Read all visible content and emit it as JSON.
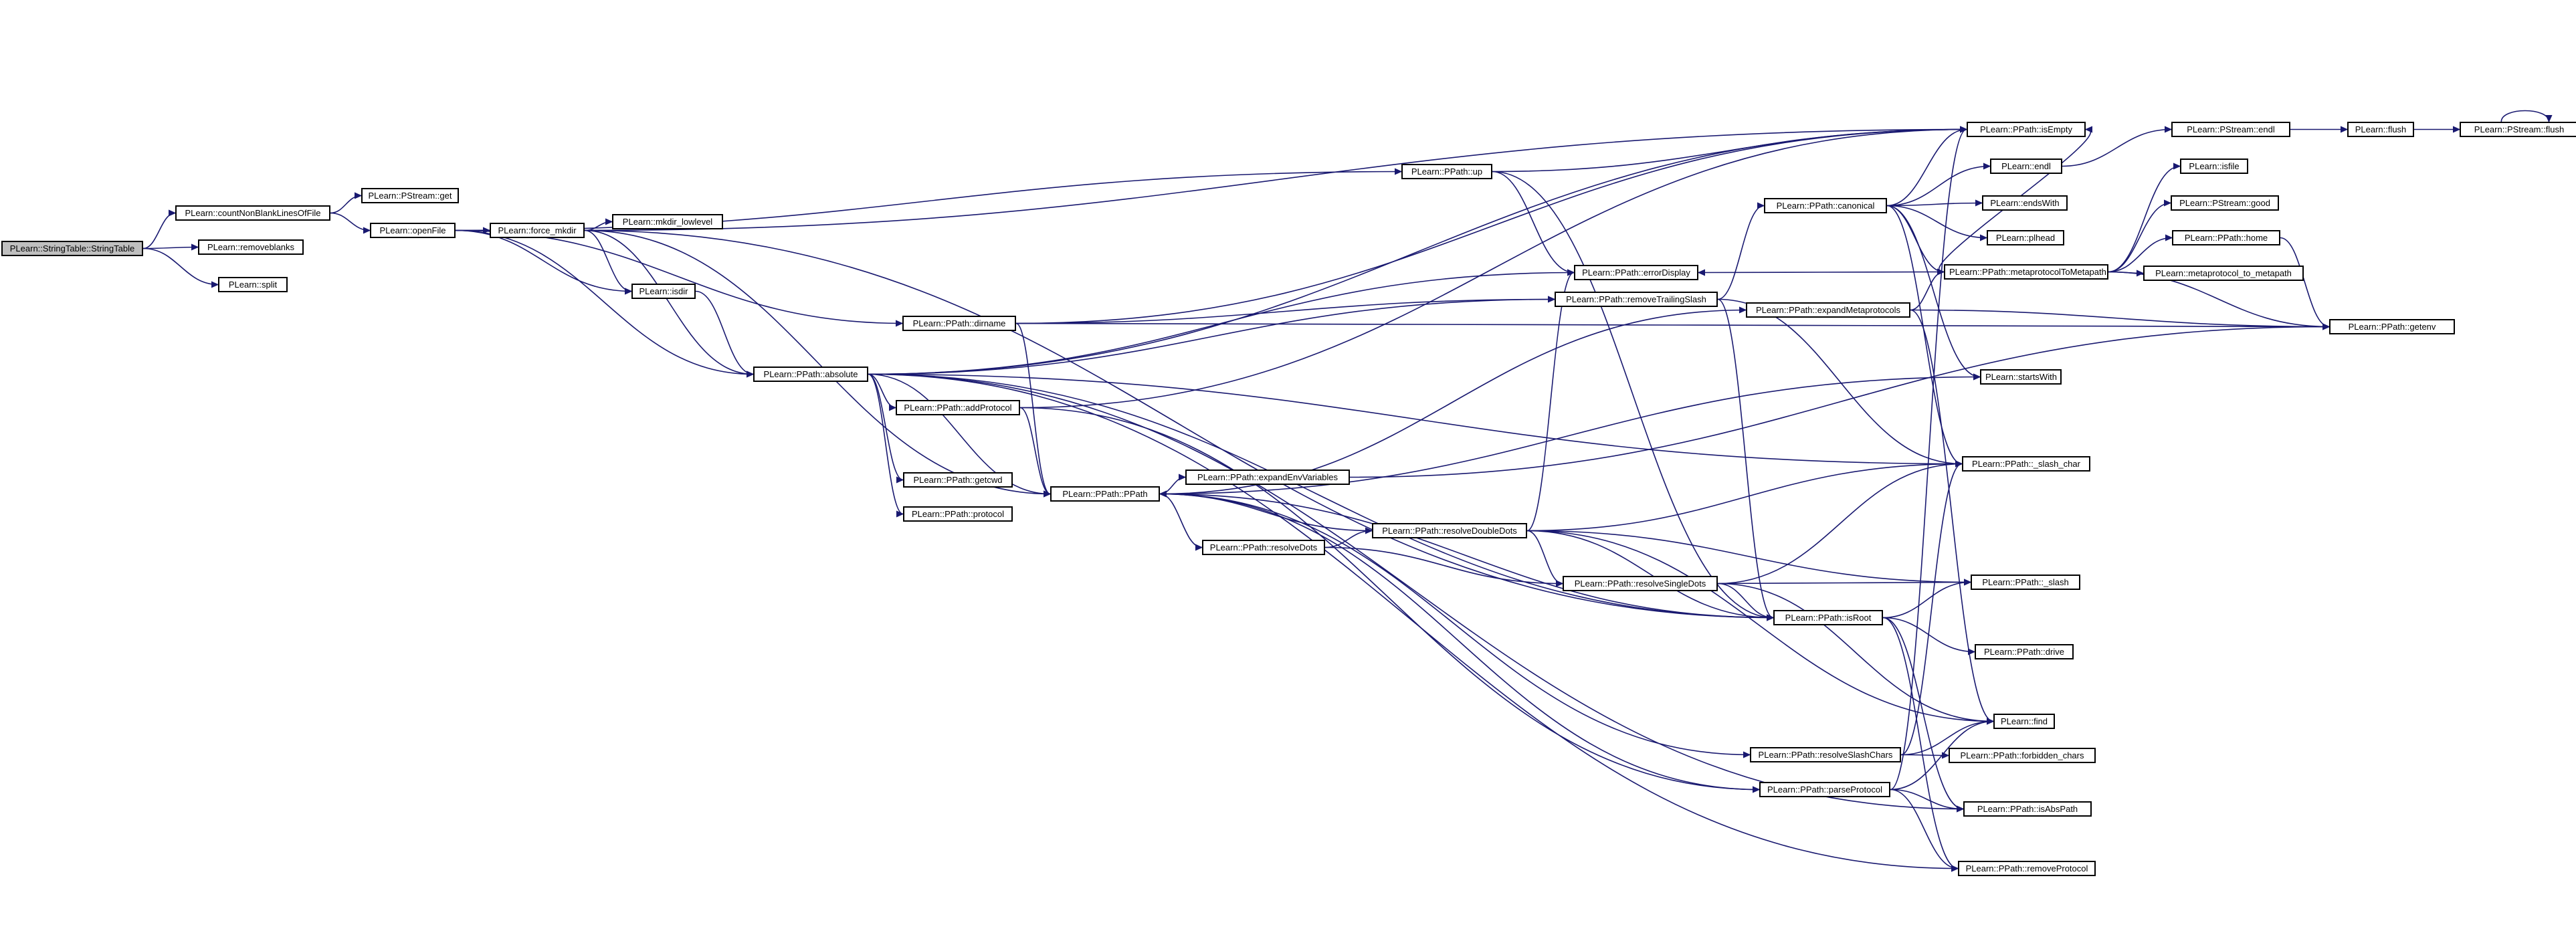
{
  "colors": {
    "edge": "#191970",
    "node_border": "#000000",
    "node_fill": "#ffffff",
    "root_fill": "#bfbfbf"
  },
  "nodes": [
    {
      "id": "stringtable",
      "label": "PLearn::StringTable::StringTable"
    },
    {
      "id": "countnonblank",
      "label": "PLearn::countNonBlankLinesOfFile"
    },
    {
      "id": "removeblanks",
      "label": "PLearn::removeblanks"
    },
    {
      "id": "split",
      "label": "PLearn::split"
    },
    {
      "id": "pstream_get",
      "label": "PLearn::PStream::get"
    },
    {
      "id": "openfile",
      "label": "PLearn::openFile"
    },
    {
      "id": "force_mkdir",
      "label": "PLearn::force_mkdir"
    },
    {
      "id": "mkdir_lowlevel",
      "label": "PLearn::mkdir_lowlevel"
    },
    {
      "id": "isdir",
      "label": "PLearn::isdir"
    },
    {
      "id": "absolute",
      "label": "PLearn::PPath::absolute"
    },
    {
      "id": "dirname",
      "label": "PLearn::PPath::dirname"
    },
    {
      "id": "addprotocol",
      "label": "PLearn::PPath::addProtocol"
    },
    {
      "id": "getcwd",
      "label": "PLearn::PPath::getcwd"
    },
    {
      "id": "protocol",
      "label": "PLearn::PPath::protocol"
    },
    {
      "id": "ppath",
      "label": "PLearn::PPath::PPath"
    },
    {
      "id": "up",
      "label": "PLearn::PPath::up"
    },
    {
      "id": "expandenv",
      "label": "PLearn::PPath::expandEnvVariables"
    },
    {
      "id": "resolvedots",
      "label": "PLearn::PPath::resolveDots"
    },
    {
      "id": "resolvedoubledots",
      "label": "PLearn::PPath::resolveDoubleDots"
    },
    {
      "id": "errordisplay",
      "label": "PLearn::PPath::errorDisplay"
    },
    {
      "id": "removetrailingslash",
      "label": "PLearn::PPath::removeTrailingSlash"
    },
    {
      "id": "resolvesingledots",
      "label": "PLearn::PPath::resolveSingleDots"
    },
    {
      "id": "canonical",
      "label": "PLearn::PPath::canonical"
    },
    {
      "id": "expandmetaprotocols",
      "label": "PLearn::PPath::expandMetaprotocols"
    },
    {
      "id": "isroot",
      "label": "PLearn::PPath::isRoot"
    },
    {
      "id": "resolveslashchars",
      "label": "PLearn::PPath::resolveSlashChars"
    },
    {
      "id": "parseprotocol",
      "label": "PLearn::PPath::parseProtocol"
    },
    {
      "id": "isempty",
      "label": "PLearn::PPath::isEmpty"
    },
    {
      "id": "endl",
      "label": "PLearn::endl"
    },
    {
      "id": "endswith",
      "label": "PLearn::endsWith"
    },
    {
      "id": "plhead",
      "label": "PLearn::plhead"
    },
    {
      "id": "metaprotocoltometapath",
      "label": "PLearn::PPath::metaprotocolToMetapath"
    },
    {
      "id": "startswith",
      "label": "PLearn::startsWith"
    },
    {
      "id": "slash_char",
      "label": "PLearn::PPath::_slash_char"
    },
    {
      "id": "slash",
      "label": "PLearn::PPath::_slash"
    },
    {
      "id": "drive",
      "label": "PLearn::PPath::drive"
    },
    {
      "id": "find",
      "label": "PLearn::find"
    },
    {
      "id": "forbidden_chars",
      "label": "PLearn::PPath::forbidden_chars"
    },
    {
      "id": "isabspath",
      "label": "PLearn::PPath::isAbsPath"
    },
    {
      "id": "removeprotocol",
      "label": "PLearn::PPath::removeProtocol"
    },
    {
      "id": "pstream_endl",
      "label": "PLearn::PStream::endl"
    },
    {
      "id": "isfile",
      "label": "PLearn::isfile"
    },
    {
      "id": "pstream_good",
      "label": "PLearn::PStream::good"
    },
    {
      "id": "home",
      "label": "PLearn::PPath::home"
    },
    {
      "id": "metaprotocol_to_metapath",
      "label": "PLearn::metaprotocol_to_metapath"
    },
    {
      "id": "getenv",
      "label": "PLearn::PPath::getenv"
    },
    {
      "id": "flush",
      "label": "PLearn::flush"
    },
    {
      "id": "pstream_flush",
      "label": "PLearn::PStream::flush"
    }
  ],
  "edges": [
    [
      "stringtable",
      "countnonblank"
    ],
    [
      "stringtable",
      "removeblanks"
    ],
    [
      "stringtable",
      "split"
    ],
    [
      "countnonblank",
      "pstream_get"
    ],
    [
      "countnonblank",
      "openfile"
    ],
    [
      "openfile",
      "force_mkdir"
    ],
    [
      "openfile",
      "isdir"
    ],
    [
      "openfile",
      "absolute"
    ],
    [
      "openfile",
      "dirname"
    ],
    [
      "openfile",
      "up"
    ],
    [
      "force_mkdir",
      "mkdir_lowlevel"
    ],
    [
      "force_mkdir",
      "isdir"
    ],
    [
      "force_mkdir",
      "absolute"
    ],
    [
      "force_mkdir",
      "isempty"
    ],
    [
      "force_mkdir",
      "isroot"
    ],
    [
      "force_mkdir",
      "ppath"
    ],
    [
      "isdir",
      "absolute"
    ],
    [
      "absolute",
      "addprotocol"
    ],
    [
      "absolute",
      "getcwd"
    ],
    [
      "absolute",
      "protocol"
    ],
    [
      "absolute",
      "ppath"
    ],
    [
      "absolute",
      "isempty"
    ],
    [
      "absolute",
      "errordisplay"
    ],
    [
      "absolute",
      "removetrailingslash"
    ],
    [
      "absolute",
      "slash_char"
    ],
    [
      "absolute",
      "isabspath"
    ],
    [
      "absolute",
      "removeprotocol"
    ],
    [
      "absolute",
      "isroot"
    ],
    [
      "dirname",
      "ppath"
    ],
    [
      "dirname",
      "removetrailingslash"
    ],
    [
      "dirname",
      "isempty"
    ],
    [
      "dirname",
      "getenv"
    ],
    [
      "addprotocol",
      "ppath"
    ],
    [
      "addprotocol",
      "isempty"
    ],
    [
      "addprotocol",
      "parseprotocol"
    ],
    [
      "up",
      "errordisplay"
    ],
    [
      "up",
      "isempty"
    ],
    [
      "up",
      "isroot"
    ],
    [
      "ppath",
      "expandenv"
    ],
    [
      "ppath",
      "resolvedots"
    ],
    [
      "ppath",
      "resolveslashchars"
    ],
    [
      "ppath",
      "parseprotocol"
    ],
    [
      "ppath",
      "expandmetaprotocols"
    ],
    [
      "ppath",
      "startswith"
    ],
    [
      "expandenv",
      "getenv"
    ],
    [
      "resolvedots",
      "resolvedoubledots"
    ],
    [
      "resolvedots",
      "resolvesingledots"
    ],
    [
      "resolvedoubledots",
      "ppath"
    ],
    [
      "resolvedoubledots",
      "resolvesingledots"
    ],
    [
      "resolvedoubledots",
      "isroot"
    ],
    [
      "resolvedoubledots",
      "slash_char"
    ],
    [
      "resolvedoubledots",
      "slash"
    ],
    [
      "resolvedoubledots",
      "find"
    ],
    [
      "resolvedoubledots",
      "errordisplay"
    ],
    [
      "resolvesingledots",
      "slash"
    ],
    [
      "resolvesingledots",
      "isroot"
    ],
    [
      "resolvesingledots",
      "find"
    ],
    [
      "resolvesingledots",
      "slash_char"
    ],
    [
      "isroot",
      "ppath"
    ],
    [
      "isroot",
      "slash"
    ],
    [
      "isroot",
      "drive"
    ],
    [
      "isroot",
      "isabspath"
    ],
    [
      "isroot",
      "removeprotocol"
    ],
    [
      "removetrailingslash",
      "canonical"
    ],
    [
      "removetrailingslash",
      "isroot"
    ],
    [
      "removetrailingslash",
      "slash_char"
    ],
    [
      "canonical",
      "isempty"
    ],
    [
      "canonical",
      "endl"
    ],
    [
      "canonical",
      "endswith"
    ],
    [
      "canonical",
      "plhead"
    ],
    [
      "canonical",
      "metaprotocoltometapath"
    ],
    [
      "canonical",
      "startswith"
    ],
    [
      "canonical",
      "slash_char"
    ],
    [
      "expandmetaprotocols",
      "metaprotocoltometapath"
    ],
    [
      "expandmetaprotocols",
      "find"
    ],
    [
      "expandmetaprotocols",
      "getenv"
    ],
    [
      "metaprotocoltometapath",
      "errordisplay"
    ],
    [
      "metaprotocoltometapath",
      "isfile"
    ],
    [
      "metaprotocoltometapath",
      "pstream_good"
    ],
    [
      "metaprotocoltometapath",
      "home"
    ],
    [
      "metaprotocoltometapath",
      "metaprotocol_to_metapath"
    ],
    [
      "metaprotocoltometapath",
      "getenv"
    ],
    [
      "metaprotocoltometapath",
      "isempty"
    ],
    [
      "home",
      "getenv"
    ],
    [
      "endl",
      "pstream_endl"
    ],
    [
      "pstream_endl",
      "flush"
    ],
    [
      "flush",
      "pstream_flush"
    ],
    [
      "pstream_flush",
      "pstream_flush"
    ],
    [
      "resolveslashchars",
      "slash_char"
    ],
    [
      "resolveslashchars",
      "forbidden_chars"
    ],
    [
      "resolveslashchars",
      "find"
    ],
    [
      "parseprotocol",
      "isabspath"
    ],
    [
      "parseprotocol",
      "removeprotocol"
    ],
    [
      "parseprotocol",
      "isempty"
    ],
    [
      "parseprotocol",
      "find"
    ]
  ]
}
